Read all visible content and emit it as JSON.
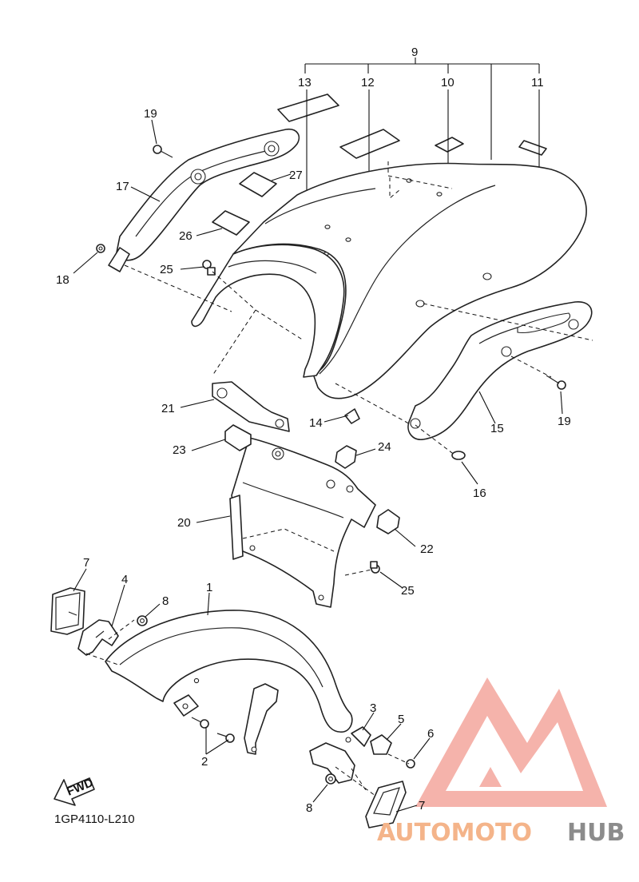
{
  "diagram": {
    "part_code": "1GP4110-L210",
    "fwd_label": "FWD",
    "callouts": [
      {
        "id": "9",
        "text": "9"
      },
      {
        "id": "13",
        "text": "13"
      },
      {
        "id": "12",
        "text": "12"
      },
      {
        "id": "10",
        "text": "10"
      },
      {
        "id": "11",
        "text": "11"
      },
      {
        "id": "19a",
        "text": "19"
      },
      {
        "id": "17",
        "text": "17"
      },
      {
        "id": "27",
        "text": "27"
      },
      {
        "id": "26",
        "text": "26"
      },
      {
        "id": "25a",
        "text": "25"
      },
      {
        "id": "18",
        "text": "18"
      },
      {
        "id": "19b",
        "text": "19"
      },
      {
        "id": "21",
        "text": "21"
      },
      {
        "id": "14",
        "text": "14"
      },
      {
        "id": "15",
        "text": "15"
      },
      {
        "id": "23",
        "text": "23"
      },
      {
        "id": "24",
        "text": "24"
      },
      {
        "id": "16",
        "text": "16"
      },
      {
        "id": "20",
        "text": "20"
      },
      {
        "id": "22",
        "text": "22"
      },
      {
        "id": "25b",
        "text": "25"
      },
      {
        "id": "7a",
        "text": "7"
      },
      {
        "id": "4",
        "text": "4"
      },
      {
        "id": "8a",
        "text": "8"
      },
      {
        "id": "1",
        "text": "1"
      },
      {
        "id": "3",
        "text": "3"
      },
      {
        "id": "5",
        "text": "5"
      },
      {
        "id": "6",
        "text": "6"
      },
      {
        "id": "2",
        "text": "2"
      },
      {
        "id": "8b",
        "text": "8"
      },
      {
        "id": "7b",
        "text": "7"
      }
    ]
  },
  "watermark": {
    "part1": "AUTOMOTO",
    "part2": "HUB",
    "colors": {
      "logo": "#f2aaa0",
      "text_primary": "#f4b48a",
      "text_secondary": "#8c8c8c"
    }
  }
}
